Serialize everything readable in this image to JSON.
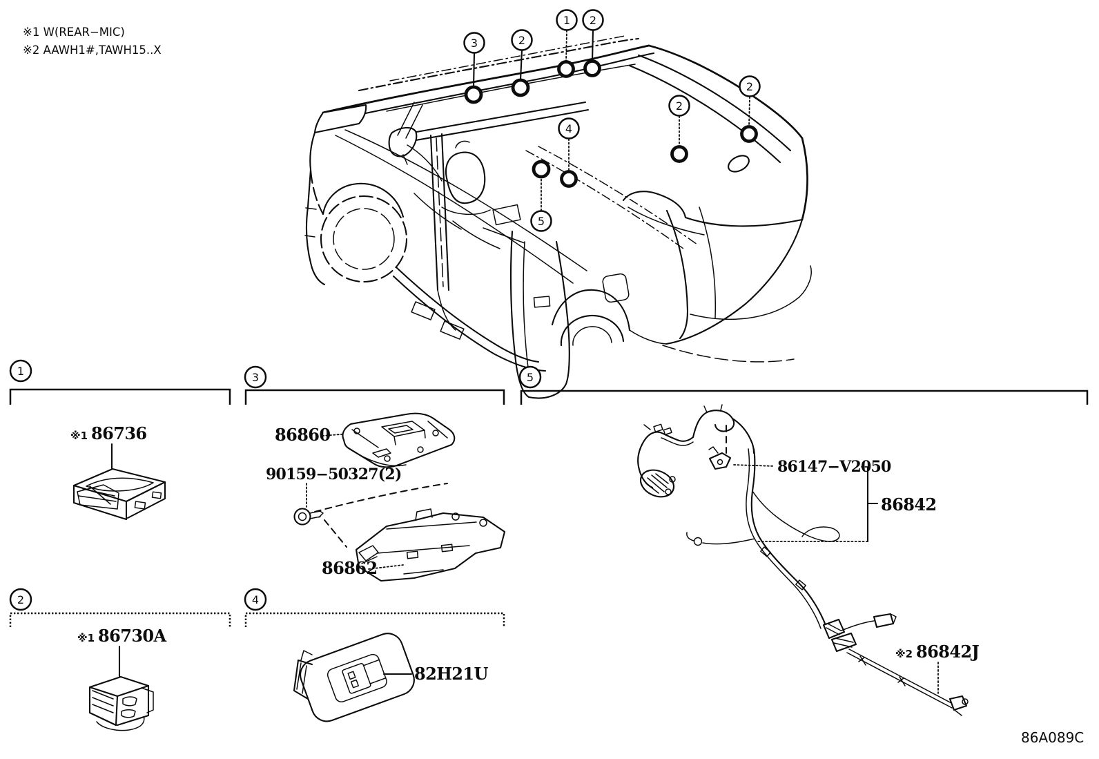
{
  "notes": {
    "line1": "※1 W(REAR−MIC)",
    "line2": "※2 AAWH1#,TAWH15..X"
  },
  "diagram_code": "86A089C",
  "colors": {
    "ink": "#0c0c0c",
    "background": "#ffffff"
  },
  "car_callouts": [
    {
      "num": "1"
    },
    {
      "num": "2"
    },
    {
      "num": "3"
    },
    {
      "num": "2"
    },
    {
      "num": "4"
    },
    {
      "num": "5"
    },
    {
      "num": "2"
    },
    {
      "num": "2"
    }
  ],
  "sections": [
    {
      "num": "1"
    },
    {
      "num": "2"
    },
    {
      "num": "3"
    },
    {
      "num": "4"
    },
    {
      "num": "5"
    }
  ],
  "parts": {
    "p86736": {
      "prefix": "※1",
      "number": "86736"
    },
    "p86730A": {
      "prefix": "※1",
      "number": "86730A"
    },
    "p86860": {
      "number": "86860"
    },
    "p90159": {
      "number": "90159−50327(2)"
    },
    "p86862": {
      "number": "86862"
    },
    "p82H21U": {
      "number": "82H21U"
    },
    "p86147": {
      "number": "86147−V2050"
    },
    "p86842": {
      "number": "86842"
    },
    "p86842J": {
      "prefix": "※2",
      "number": "86842J"
    }
  }
}
